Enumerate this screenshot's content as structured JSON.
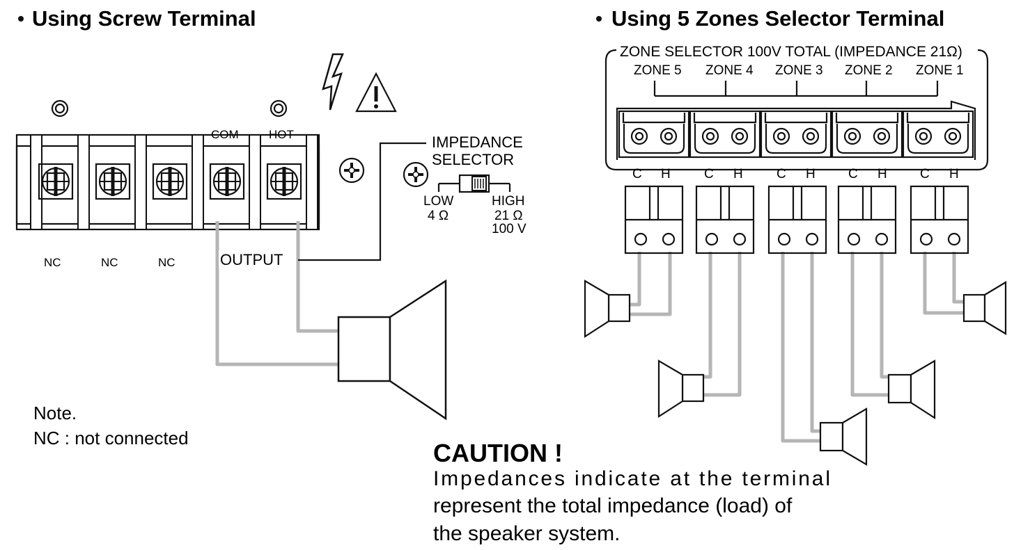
{
  "screw_section": {
    "heading": "Using Screw Terminal",
    "terminal_top_labels": [
      "COM",
      "HOT"
    ],
    "terminal_bottom_labels": [
      "NC",
      "NC",
      "NC"
    ],
    "output_label": "OUTPUT",
    "impedance_selector": {
      "title_line1": "IMPEDANCE",
      "title_line2": "SELECTOR",
      "low_label": "LOW",
      "low_value": "4 Ω",
      "high_label": "HIGH",
      "high_value_1": "21 Ω",
      "high_value_2": "100 V"
    },
    "note_title": "Note.",
    "note_text": "NC :  not connected",
    "icons": [
      "lightning-icon",
      "warning-triangle-icon",
      "screw-icon"
    ]
  },
  "zone_section": {
    "heading": "Using 5 Zones Selector Terminal",
    "selector_title": "ZONE SELECTOR 100V TOTAL (IMPEDANCE 21Ω)",
    "zones": [
      {
        "name": "ZONE 5",
        "c": "C",
        "h": "H"
      },
      {
        "name": "ZONE 4",
        "c": "C",
        "h": "H"
      },
      {
        "name": "ZONE 3",
        "c": "C",
        "h": "H"
      },
      {
        "name": "ZONE 2",
        "c": "C",
        "h": "H"
      },
      {
        "name": "ZONE 1",
        "c": "C",
        "h": "H"
      }
    ]
  },
  "caution": {
    "title": "CAUTION !",
    "line1": "Impedances  indicate  at  the  terminal",
    "line2": "represent the total impedance (load) of",
    "line3": "the speaker system."
  },
  "colors": {
    "line": "#111111",
    "wire": "#b5b5b5",
    "background": "#ffffff"
  }
}
